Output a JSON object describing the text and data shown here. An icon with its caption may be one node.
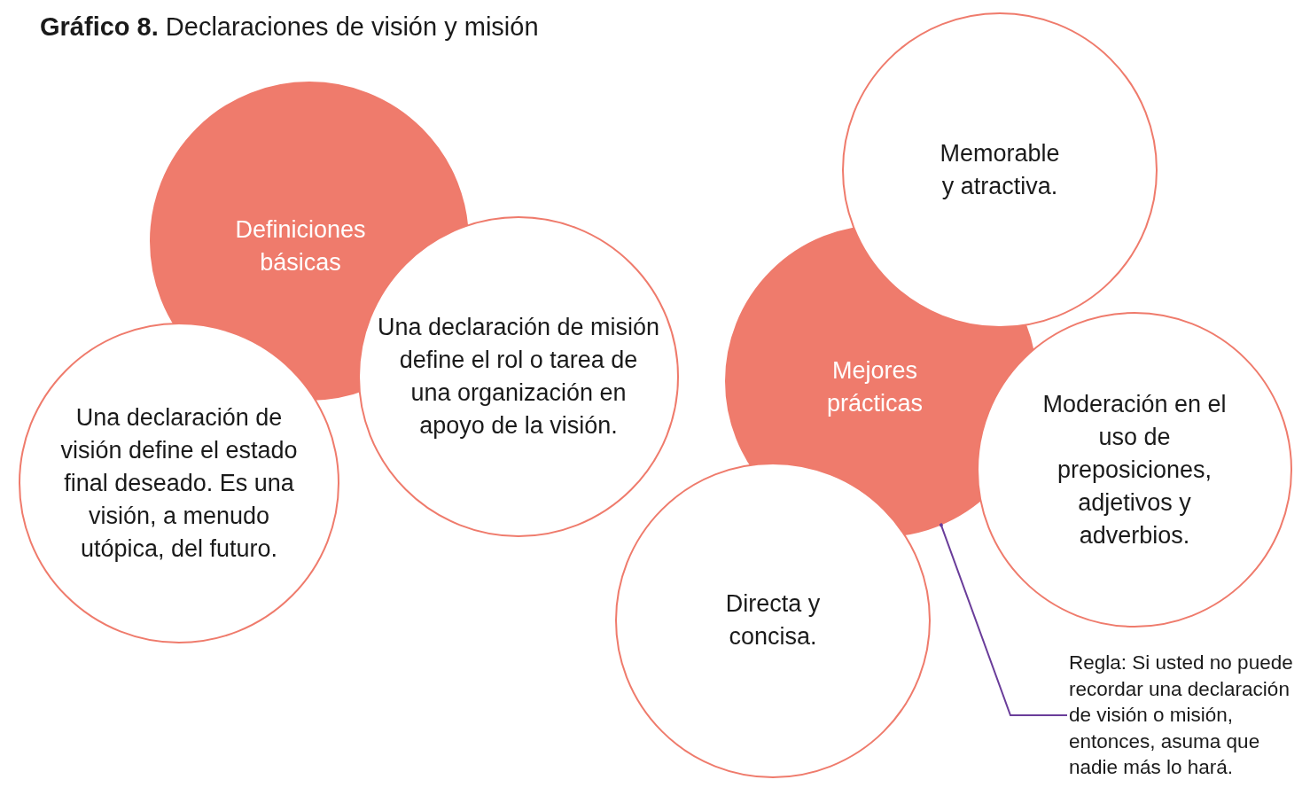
{
  "diagram": {
    "title": "**Gráfico 8.** Declaraciones de visión y misión",
    "nodes": [
      {
        "text": [
          "Definiciones básicas"
        ]
      },
      {
        "text": [
          "Una declaración de visión define el estado final deseado. Es una visión, a menudo utópica, del futuro."
        ]
      },
      {
        "text": [
          "Una declaración de misión define el rol o tarea de una organización en apoyo de la visión."
        ]
      },
      {
        "text": [
          "Mejores prácticas"
        ]
      },
      {
        "text": [
          "Memorable y atractiva."
        ]
      },
      {
        "text": [
          "Moderación en el uso de preposiciones, adjetivos y adverbios."
        ]
      },
      {
        "text": [
          "Directa y concisa."
        ]
      },
      {
        "text": [
          "Regla: Si usted no puede recordar una declaración de visión o misión, entonces, asuma que nadie más lo hará."
        ]
      }
    ],
    "edges": [
      {
        "from": 7,
        "to": 3,
        "arrow": "other",
        "color": "#6a3d9a"
      }
    ]
  }
}
